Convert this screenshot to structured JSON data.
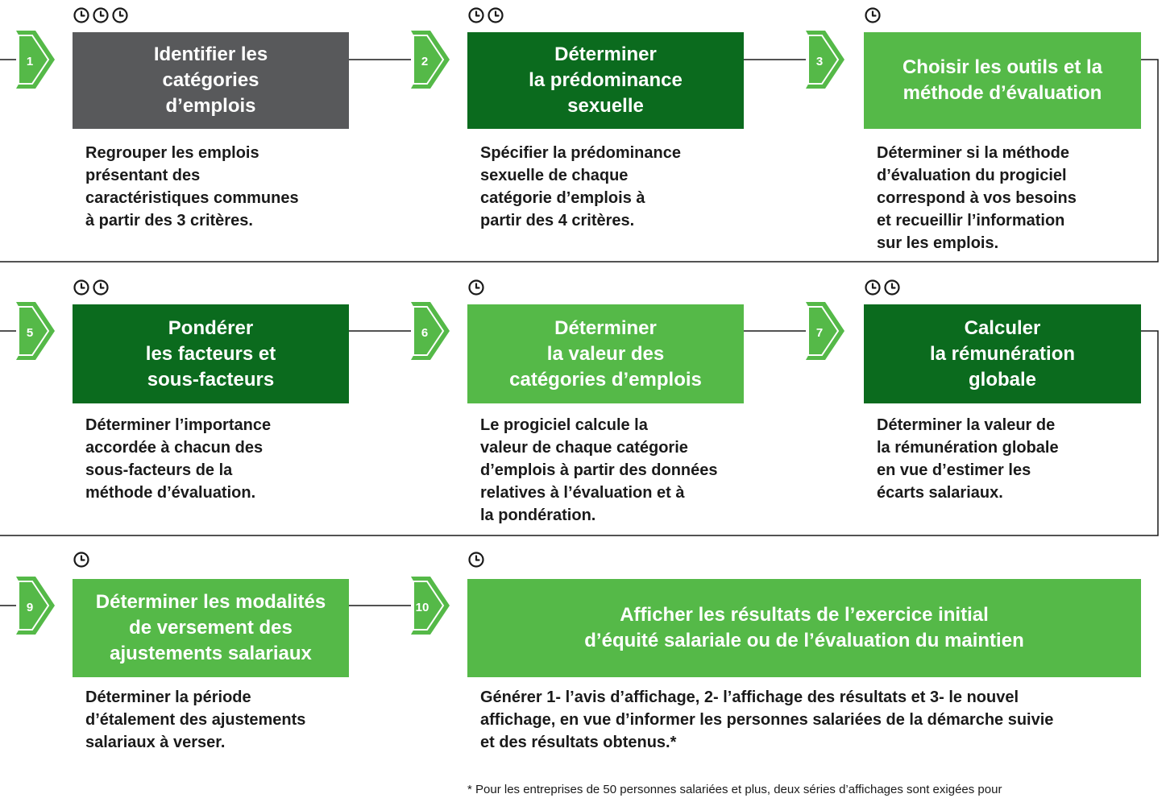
{
  "colors": {
    "gray": "#58595b",
    "dark_green": "#0b6b1e",
    "light_green": "#55b948",
    "line": "#1a1a1a"
  },
  "steps": [
    {
      "number": "1",
      "clocks": 3,
      "color": "gray",
      "title": "Identifier les\ncatégories\nd’emplois",
      "description": "Regrouper les emplois\nprésentant des\ncaractéristiques communes\nà partir des 3 critères."
    },
    {
      "number": "2",
      "clocks": 2,
      "color": "dark_green",
      "title": "Déterminer\nla prédominance\nsexuelle",
      "description": "Spécifier la prédominance\nsexuelle de chaque\ncatégorie d’emplois à\npartir des 4 critères."
    },
    {
      "number": "3",
      "clocks": 1,
      "color": "light_green",
      "title": "Choisir les outils et la\nméthode d’évaluation",
      "description": "Déterminer si la méthode\nd’évaluation du progiciel\ncorrespond à vos besoins\net recueillir l’information\nsur les emplois."
    },
    {
      "number": "5",
      "clocks": 2,
      "color": "dark_green",
      "title": "Pondérer\nles facteurs et\nsous-facteurs",
      "description": "Déterminer l’importance\naccordée à chacun des\nsous-facteurs de la\nméthode d’évaluation."
    },
    {
      "number": "6",
      "clocks": 1,
      "color": "light_green",
      "title": "Déterminer\nla valeur des\ncatégories d’emplois",
      "description": "Le progiciel calcule la\nvaleur de chaque catégorie\nd’emplois à partir des données\nrelatives à l’évaluation et à\nla pondération."
    },
    {
      "number": "7",
      "clocks": 2,
      "color": "dark_green",
      "title": "Calculer\nla rémunération\nglobale",
      "description": "Déterminer la valeur de\nla rémunération globale\nen vue d’estimer les\nécarts salariaux."
    },
    {
      "number": "9",
      "clocks": 1,
      "color": "light_green",
      "title": "Déterminer les modalités\nde versement des\najustements salariaux",
      "description": "Déterminer la période\nd’étalement des ajustements\nsalariaux à verser."
    },
    {
      "number": "10",
      "clocks": 1,
      "color": "light_green",
      "title": "Afficher les résultats de l’exercice initial\nd’équité salariale ou de l’évaluation du maintien",
      "description": "Générer 1- l’avis d’affichage, 2- l’affichage des résultats et 3- le nouvel\naffichage, en vue d’informer les personnes salariées de la démarche suivie\net des résultats obtenus.*"
    }
  ],
  "footnote": "* Pour les entreprises de 50 personnes salariées et plus, deux séries d’affichages sont exigées pour"
}
